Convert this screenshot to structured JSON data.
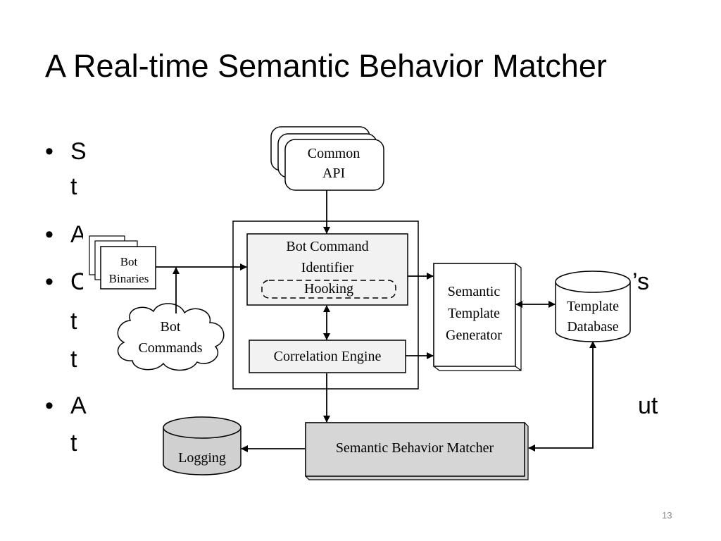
{
  "slide": {
    "title": "A Real-time Semantic Behavior Matcher",
    "page_number": "13"
  },
  "bullets": [
    {
      "line1_visible": "S",
      "line2_visible": "t"
    },
    {
      "line1_visible": "A"
    },
    {
      "line1_visible": "C",
      "line1_right_visible": "’s",
      "line2_visible": "t",
      "line3_visible": "t"
    },
    {
      "line1_visible": "A",
      "line1_right_visible": "ut",
      "line2_visible": "t"
    }
  ],
  "diagram": {
    "common_api": {
      "line1": "Common",
      "line2": "API"
    },
    "bot_binaries": {
      "line1": "Bot",
      "line2": "Binaries"
    },
    "bot_commands": {
      "line1": "Bot",
      "line2": "Commands"
    },
    "bot_command_identifier": {
      "line1": "Bot Command",
      "line2": "Identifier",
      "hooking": "Hooking"
    },
    "correlation_engine": "Correlation Engine",
    "semantic_template_generator": {
      "line1": "Semantic",
      "line2": "Template",
      "line3": "Generator"
    },
    "template_database": {
      "line1": "Template",
      "line2": "Database"
    },
    "semantic_behavior_matcher": "Semantic Behavior Matcher",
    "logging": "Logging"
  }
}
